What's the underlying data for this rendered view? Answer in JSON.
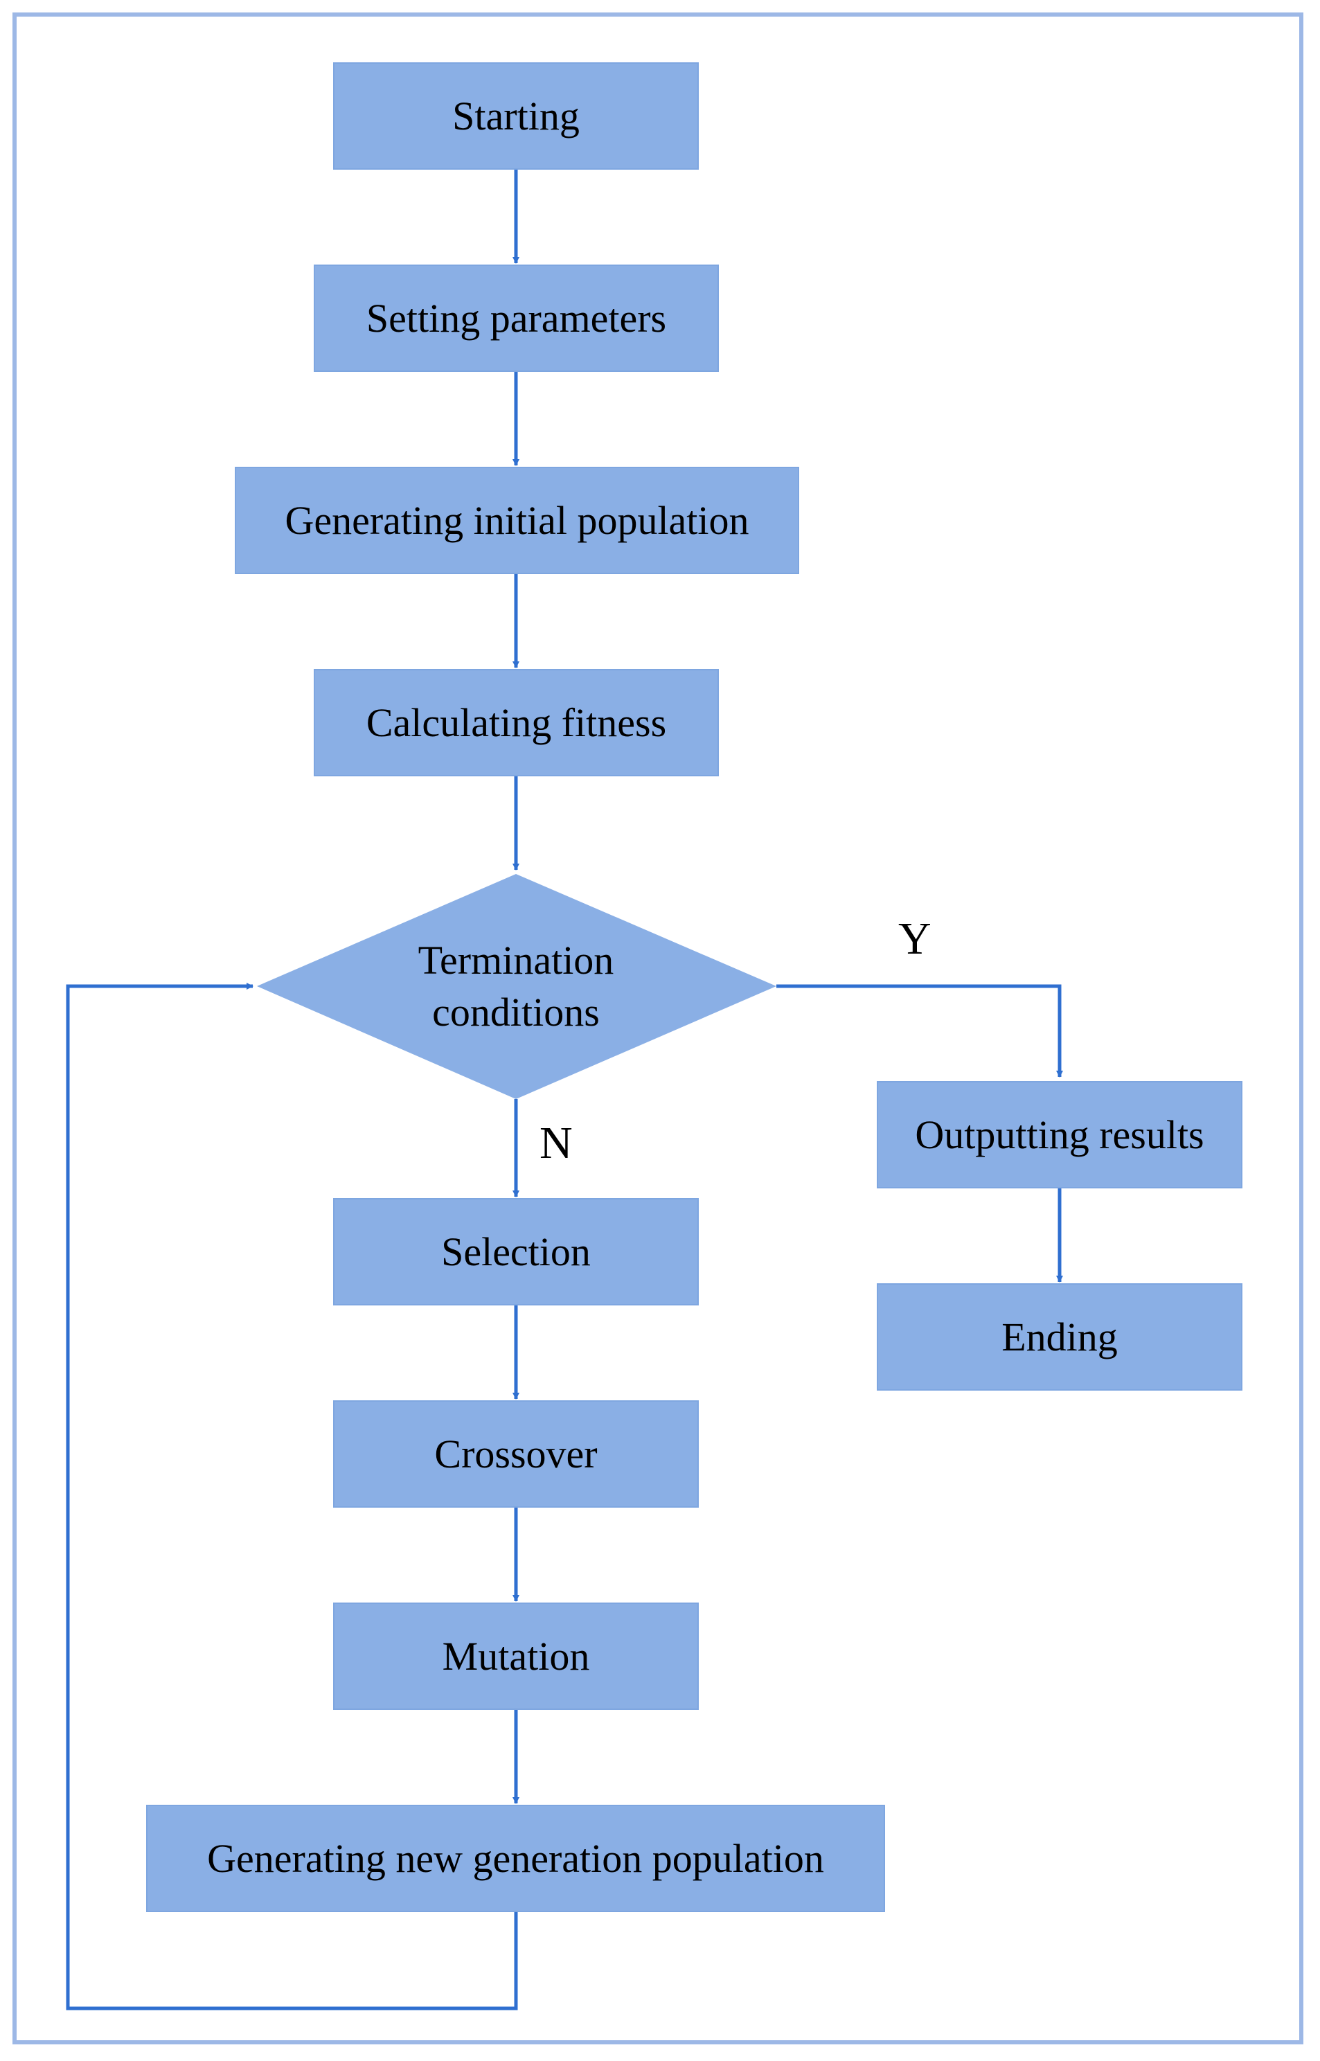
{
  "flowchart": {
    "start": "Starting",
    "set_params": "Setting parameters",
    "init_population": "Generating initial population",
    "calc_fitness": "Calculating fitness",
    "termination_line1": "Termination",
    "termination_line2": "conditions",
    "yes_label": "Y",
    "no_label": "N",
    "output": "Outputting results",
    "end": "Ending",
    "selection": "Selection",
    "crossover": "Crossover",
    "mutation": "Mutation",
    "new_generation": "Generating new generation population"
  },
  "colors": {
    "box_fill": "#8aafe5",
    "connector": "#2f6fd0",
    "frame": "#9db8e6"
  }
}
